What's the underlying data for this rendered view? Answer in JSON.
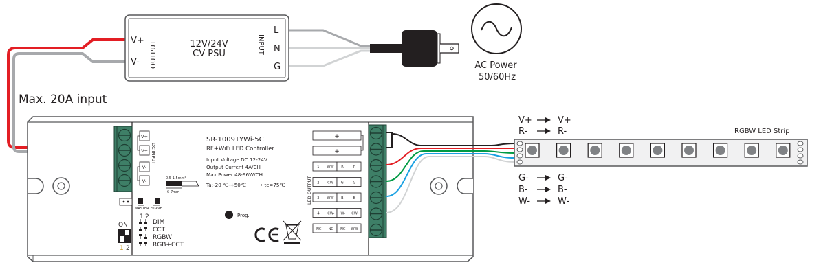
{
  "psu": {
    "output_label": "OUTPUT",
    "input_label": "INPUT",
    "v_plus": "V+",
    "v_minus": "V-",
    "title_line1": "12V/24V",
    "title_line2": "CV PSU",
    "terminals": [
      "L",
      "N",
      "G"
    ]
  },
  "ac_power": {
    "line1": "AC Power",
    "line2": "50/60Hz",
    "icon": "sine-wave-icon"
  },
  "max_input_label": "Max. 20A input",
  "controller": {
    "model": "SR-1009TYWi-5C",
    "subtitle": "RF+WiFi LED Controller",
    "specs": [
      "Input Voltage DC 12-24V",
      "Output Current 4A/CH",
      "Max Power 48-96W/CH"
    ],
    "temperature": "Ta:-20 ℃-+50℃",
    "tc": "• tc=75℃",
    "dc_input_label": "DC INPUT",
    "dc_input_terminals": [
      "V+",
      "V+",
      "V-",
      "V-"
    ],
    "wire_spec": "0.5-1.5mm²",
    "strip_length": "6-7mm",
    "master_label": "MASTER",
    "slave_label": "SLAVE",
    "prog_label": "Prog.",
    "dip": {
      "on_label": "ON",
      "switch_numbers": [
        "1",
        "2"
      ],
      "header_numbers": [
        "1",
        "2"
      ],
      "modes": [
        {
          "label": "DIM",
          "sw1": "down",
          "sw2": "down"
        },
        {
          "label": "CCT",
          "sw1": "down",
          "sw2": "up"
        },
        {
          "label": "RGBW",
          "sw1": "up",
          "sw2": "down"
        },
        {
          "label": "RGB+CCT",
          "sw1": "up",
          "sw2": "up"
        }
      ]
    },
    "led_output_label": "LED OUTPUT",
    "led_output_plus": [
      "+",
      "+"
    ],
    "led_output_table": [
      [
        "1-",
        "WW-",
        "R-",
        "R-"
      ],
      [
        "2-",
        "CW-",
        "G-",
        "G-"
      ],
      [
        "3-",
        "WW-",
        "B-",
        "B-"
      ],
      [
        "4-",
        "CW-",
        "W-",
        "CW-"
      ],
      [
        "NC",
        "NC",
        "NC",
        "WW-"
      ]
    ],
    "ce_mark": "CE",
    "weee_icon": "crossed-bin-icon"
  },
  "strip": {
    "title": "RGBW LED Strip",
    "led_count": 9,
    "mapping_top": [
      {
        "from": "V+",
        "to": "V+"
      },
      {
        "from": "R-",
        "to": "R-"
      }
    ],
    "mapping_bottom": [
      {
        "from": "G-",
        "to": "G-"
      },
      {
        "from": "B-",
        "to": "B-"
      },
      {
        "from": "W-",
        "to": "W-"
      }
    ]
  },
  "colors": {
    "wire_red": "#e31e24",
    "wire_gray": "#a7a9ac",
    "wire_light": "#d1d3d4",
    "wire_black": "#231f20",
    "wire_green": "#009a44",
    "wire_blue": "#1ba1e2",
    "terminal_green": "#3e7f67",
    "outline": "#58595b"
  }
}
